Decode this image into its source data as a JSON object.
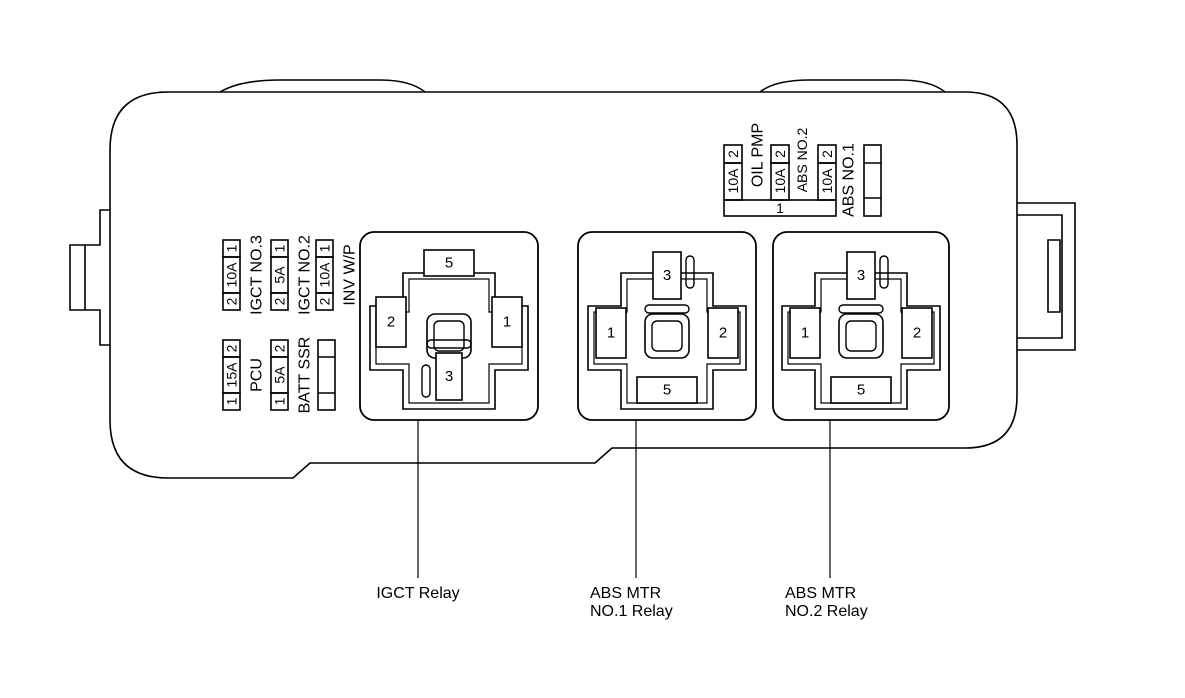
{
  "fuses_left": [
    {
      "top": "1",
      "rating": "10A",
      "bottom": "2",
      "name": "IGCT NO.3"
    },
    {
      "top": "1",
      "rating": "5A",
      "bottom": "2",
      "name": "IGCT NO.2"
    },
    {
      "top": "1",
      "rating": "10A",
      "bottom": "2",
      "name": "INV W/P"
    },
    {
      "top": "2",
      "rating": "15A",
      "bottom": "1",
      "name": "PCU"
    },
    {
      "top": "2",
      "rating": "5A",
      "bottom": "1",
      "name": "BATT SSR"
    }
  ],
  "fuses_top": [
    {
      "rating": "10A",
      "pin": "2",
      "name": "OIL PMP"
    },
    {
      "rating": "10A",
      "pin": "2",
      "name": "ABS NO.2"
    },
    {
      "rating": "10A",
      "pin": "2",
      "name": "ABS NO.1"
    }
  ],
  "top_common_pin": "1",
  "relays": [
    {
      "pins": {
        "top": "5",
        "left": "2",
        "right": "1",
        "bottom": "3"
      },
      "label": "IGCT Relay"
    },
    {
      "pins": {
        "top": "3",
        "left": "1",
        "right": "2",
        "bottom": "5"
      },
      "label_line1": "ABS MTR",
      "label_line2": "NO.1 Relay"
    },
    {
      "pins": {
        "top": "3",
        "left": "1",
        "right": "2",
        "bottom": "5"
      },
      "label_line1": "ABS MTR",
      "label_line2": "NO.2 Relay"
    }
  ]
}
